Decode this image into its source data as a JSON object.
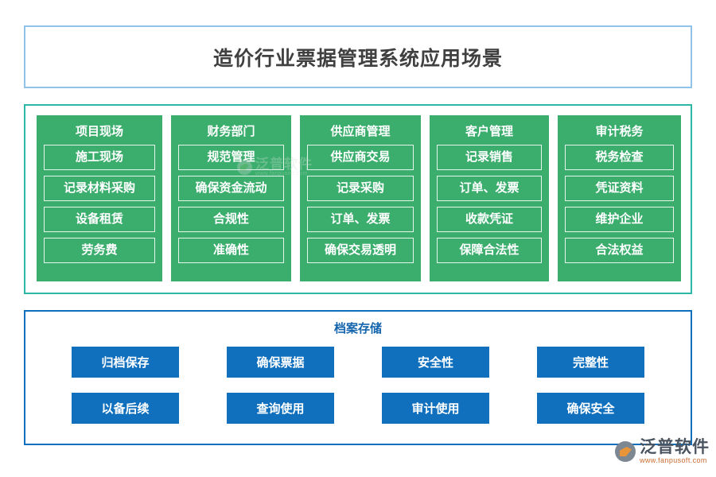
{
  "header": {
    "title": "造价行业票据管理系统应用场景",
    "border_color": "#8FC4E8",
    "text_color": "#404040"
  },
  "scenarios": {
    "border_color": "#2BB9A6",
    "card_color": "#3BAE6E",
    "columns": [
      {
        "title": "项目现场",
        "items": [
          "施工现场",
          "记录材料采购",
          "设备租赁",
          "劳务费"
        ]
      },
      {
        "title": "财务部门",
        "items": [
          "规范管理",
          "确保资金流动",
          "合规性",
          "准确性"
        ]
      },
      {
        "title": "供应商管理",
        "items": [
          "供应商交易",
          "记录采购",
          "订单、发票",
          "确保交易透明"
        ]
      },
      {
        "title": "客户管理",
        "items": [
          "记录销售",
          "订单、发票",
          "收款凭证",
          "保障合法性"
        ]
      },
      {
        "title": "审计税务",
        "items": [
          "税务检查",
          "凭证资料",
          "维护企业",
          "合法权益"
        ]
      }
    ]
  },
  "archive": {
    "title": "档案存储",
    "border_color": "#0F6FBD",
    "box_color": "#1070BE",
    "items": [
      "归档保存",
      "确保票据",
      "安全性",
      "完整性",
      "以备后续",
      "查询使用",
      "审计使用",
      "确保安全"
    ]
  },
  "watermark": {
    "name": "泛普软件",
    "url": "www.fanpusoft.com"
  },
  "logo": {
    "name": "泛普软件",
    "url": "www.fanpusoft.com",
    "name_color": "#4A5460",
    "url_color": "#C96B2F"
  }
}
